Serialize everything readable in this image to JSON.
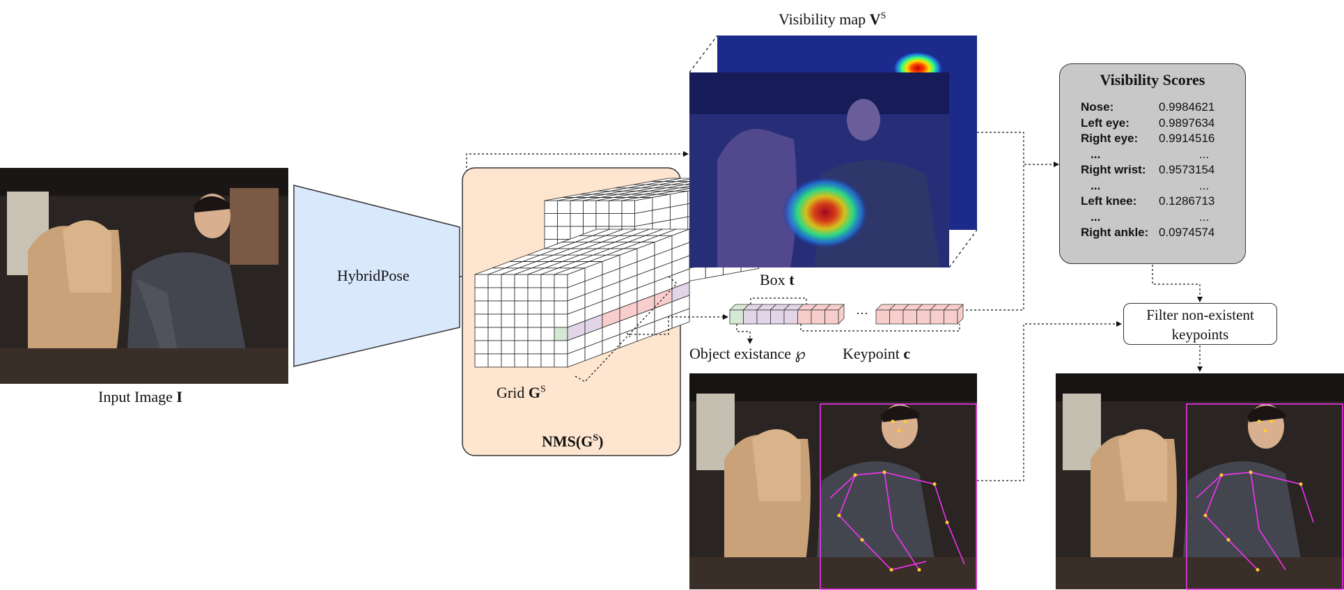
{
  "labels": {
    "input_image": "Input Image ",
    "input_image_var": "I",
    "hybridpose": "HybridPose",
    "grid": "Grid ",
    "grid_var": "G",
    "grid_sup": "S",
    "nms": "NMS(G",
    "nms_sup": "S",
    "nms_close": ")",
    "visibility_map": "Visibility map ",
    "visibility_map_var": "V",
    "visibility_map_sup": "S",
    "box": "Box ",
    "box_var": "t",
    "object_existance": "Object existance ",
    "object_existance_symbol": "℘",
    "keypoint": "Keypoint ",
    "keypoint_var": "c",
    "ellipsis": "···",
    "filter_line1": "Filter non-existent",
    "filter_line2": "keypoints"
  },
  "visibility_scores": {
    "title": "Visibility Scores",
    "rows": [
      {
        "key": "Nose:",
        "value": "0.9984621"
      },
      {
        "key": "Left eye:",
        "value": "0.9897634"
      },
      {
        "key": "Right eye:",
        "value": "0.9914516"
      },
      {
        "key": "...",
        "value": "..."
      },
      {
        "key": "Right wrist:",
        "value": "0.9573154"
      },
      {
        "key": "...",
        "value": "..."
      },
      {
        "key": "Left knee:",
        "value": "0.1286713"
      },
      {
        "key": "...",
        "value": "..."
      },
      {
        "key": "Right ankle:",
        "value": "0.0974574"
      }
    ]
  },
  "colors": {
    "nms_fill": "#fde5cf",
    "hybridpose_fill": "#dae8fc",
    "existence_cell": "#d5e8d4",
    "box_cell": "#e1d5e7",
    "keypoint_cell": "#f8cecc",
    "score_box": "#c8c8c8",
    "skeleton": "#ff33ff",
    "keypoint_dot": "#ffcc33"
  }
}
